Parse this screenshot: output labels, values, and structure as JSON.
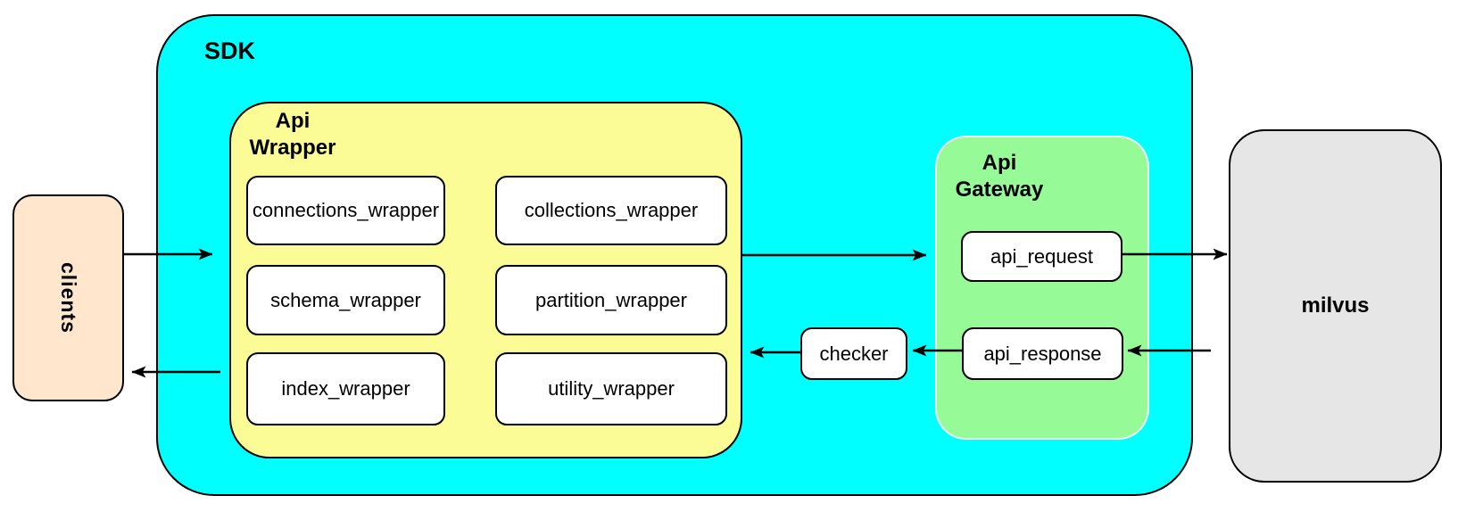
{
  "colors": {
    "sdk_fill": "#00ffff",
    "api_wrapper_fill": "#fcfc96",
    "api_gateway_fill": "#96fa96",
    "clients_fill": "#ffe6cc",
    "milvus_fill": "#e6e6e6",
    "inner_node_fill": "#ffffff",
    "stroke": "#000000"
  },
  "nodes": {
    "clients": {
      "label": "clients"
    },
    "sdk": {
      "label": "SDK"
    },
    "api_wrapper": {
      "label": "Api\nWrapper",
      "children": [
        {
          "label": "connections_wrapper"
        },
        {
          "label": "collections_wrapper"
        },
        {
          "label": "schema_wrapper"
        },
        {
          "label": "partition_wrapper"
        },
        {
          "label": "index_wrapper"
        },
        {
          "label": "utility_wrapper"
        }
      ]
    },
    "checker": {
      "label": "checker"
    },
    "api_gateway": {
      "label": "Api\nGateway",
      "children": [
        {
          "label": "api_request"
        },
        {
          "label": "api_response"
        }
      ]
    },
    "milvus": {
      "label": "milvus"
    }
  },
  "edges": [
    {
      "from": "clients",
      "to": "api_wrapper"
    },
    {
      "from": "api_wrapper",
      "to": "api_request"
    },
    {
      "from": "api_request",
      "to": "milvus"
    },
    {
      "from": "milvus",
      "to": "api_response"
    },
    {
      "from": "api_response",
      "to": "checker"
    },
    {
      "from": "checker",
      "to": "api_wrapper"
    },
    {
      "from": "api_wrapper",
      "to": "clients"
    }
  ]
}
